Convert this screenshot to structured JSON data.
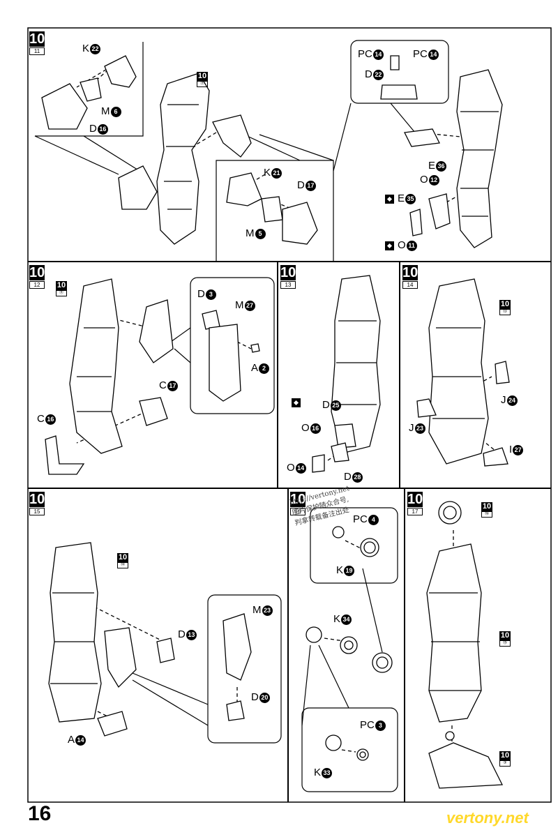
{
  "page_number": "16",
  "watermark": "vertony.net",
  "stamp": {
    "line1": "http://vertony.net",
    "line2": "图片保护随众合号,",
    "line3": "判拿转载备注出处"
  },
  "steps": [
    {
      "num": "10",
      "sub": "11"
    },
    {
      "num": "10",
      "sub": "12"
    },
    {
      "num": "10",
      "sub": "13"
    },
    {
      "num": "10",
      "sub": "14"
    },
    {
      "num": "10",
      "sub": "15"
    },
    {
      "num": "10",
      "sub": "16"
    },
    {
      "num": "10",
      "sub": "17"
    }
  ],
  "minis": {
    "num": "10",
    "sub_a": "⑪",
    "sub_b": "⑭",
    "sub_c": "⑬",
    "sub_d": "⑯",
    "sub_e": "⑮",
    "sub_f": "③"
  },
  "parts": {
    "k22": {
      "letter": "K",
      "n": "22"
    },
    "m6": {
      "letter": "M",
      "n": "6"
    },
    "d16": {
      "letter": "D",
      "n": "16"
    },
    "k21": {
      "letter": "K",
      "n": "21"
    },
    "d17": {
      "letter": "D",
      "n": "17"
    },
    "m5": {
      "letter": "M",
      "n": "5"
    },
    "pc14a": {
      "letter": "PC",
      "n": "14"
    },
    "pc14b": {
      "letter": "PC",
      "n": "14"
    },
    "d22": {
      "letter": "D",
      "n": "22"
    },
    "e36": {
      "letter": "E",
      "n": "36"
    },
    "o12": {
      "letter": "O",
      "n": "12"
    },
    "e35": {
      "letter": "E",
      "n": "35"
    },
    "o11": {
      "letter": "O",
      "n": "11"
    },
    "d3": {
      "letter": "D",
      "n": "3"
    },
    "m27": {
      "letter": "M",
      "n": "27"
    },
    "a2": {
      "letter": "A",
      "n": "2"
    },
    "c17": {
      "letter": "C",
      "n": "17"
    },
    "c16": {
      "letter": "C",
      "n": "16"
    },
    "d25": {
      "letter": "D",
      "n": "25"
    },
    "o16": {
      "letter": "O",
      "n": "16"
    },
    "o14": {
      "letter": "O",
      "n": "14"
    },
    "d28": {
      "letter": "D",
      "n": "28"
    },
    "j24": {
      "letter": "J",
      "n": "24"
    },
    "j23": {
      "letter": "J",
      "n": "23"
    },
    "i27": {
      "letter": "I",
      "n": "27"
    },
    "d13": {
      "letter": "D",
      "n": "13"
    },
    "m23": {
      "letter": "M",
      "n": "23"
    },
    "d20": {
      "letter": "D",
      "n": "20"
    },
    "a14": {
      "letter": "A",
      "n": "14"
    },
    "pc4": {
      "letter": "PC",
      "n": "4"
    },
    "k19": {
      "letter": "K",
      "n": "19"
    },
    "k34": {
      "letter": "K",
      "n": "34"
    },
    "pc3": {
      "letter": "PC",
      "n": "3"
    },
    "k33": {
      "letter": "K",
      "n": "33"
    }
  }
}
